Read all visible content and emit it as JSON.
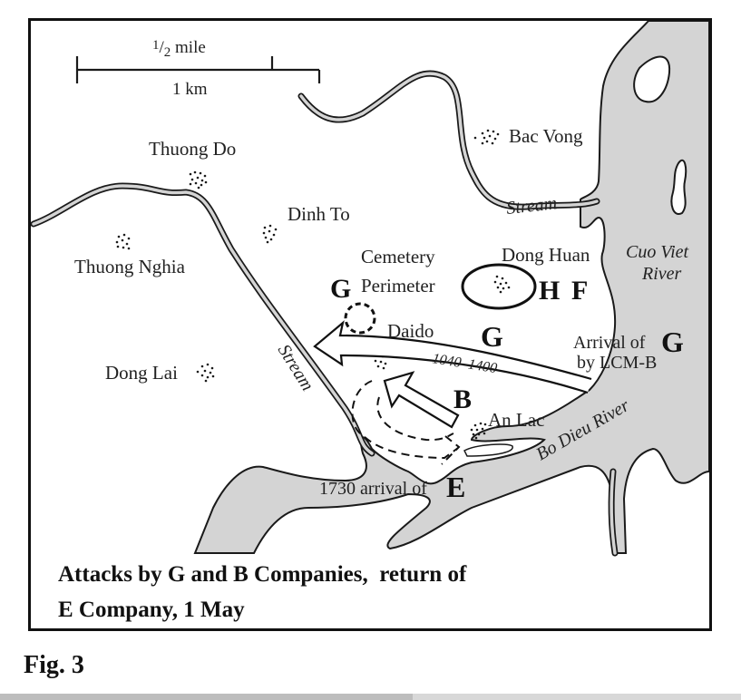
{
  "figure": {
    "label": "Fig. 3",
    "caption_line1": "Attacks by G and B Companies,  return of",
    "caption_line2": "E Company, 1 May"
  },
  "scale_bar": {
    "top_label_num": "1",
    "top_label_den": "2",
    "top_label_unit": "mile",
    "bottom_label": "1 km"
  },
  "villages": [
    {
      "id": "thuong-do",
      "name": "Thuong Do"
    },
    {
      "id": "dinh-to",
      "name": "Dinh To"
    },
    {
      "id": "thuong-nghia",
      "name": "Thuong Nghia"
    },
    {
      "id": "dong-lai",
      "name": "Dong Lai"
    },
    {
      "id": "bac-vong",
      "name": "Bac Vong"
    },
    {
      "id": "dong-huan",
      "name": "Dong Huan"
    },
    {
      "id": "daido",
      "name": "Daido"
    },
    {
      "id": "an-lac",
      "name": "An Lac"
    }
  ],
  "features": {
    "cemetery_line1": "Cemetery",
    "cemetery_line2": "Perimeter",
    "stream_label": "Stream",
    "cuo_viet_line1": "Cuo Viet",
    "cuo_viet_line2": "River",
    "bo_dieu": "Bo Dieu River"
  },
  "units": {
    "g_cemetery": "G",
    "g_attack": "G",
    "g_arrival": "G",
    "b_attack": "B",
    "h": "H",
    "f": "F",
    "e": "E"
  },
  "annotations": {
    "attack_time": "1040–1400",
    "arrival_line1": "Arrival of",
    "arrival_line2": "by LCM-B",
    "e_arrival": "1730 arrival of"
  },
  "colors": {
    "water": "#d4d4d4",
    "ink": "#1a1a1a",
    "land": "#ffffff"
  }
}
